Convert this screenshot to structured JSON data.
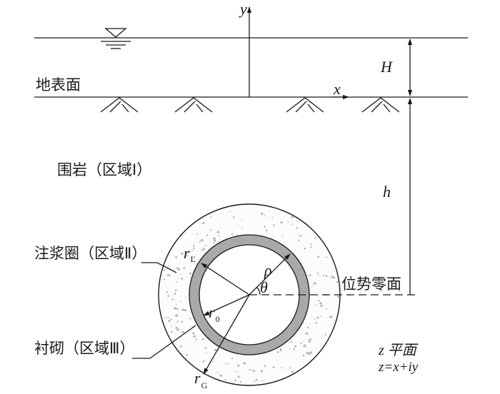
{
  "labels": {
    "y_axis": "y",
    "x_axis": "x",
    "depth_water": "H",
    "depth_tunnel": "h",
    "ground_surface": "地表面",
    "region1": "围岩（区域Ⅰ）",
    "region2": "注浆圈（区域Ⅱ）",
    "region3": "衬砌（区域Ⅲ）",
    "potential_zero": "位势零面",
    "plane_name": "z 平面",
    "plane_eq": "z=x+iy",
    "rho": "ρ",
    "theta": "θ",
    "r_L": "r",
    "r_L_sub": "L",
    "r_0": "r",
    "r_0_sub": "0",
    "r_G": "r",
    "r_G_sub": "G"
  },
  "colors": {
    "line": "#1a1a1a",
    "lining_fill": "#a9a9a9",
    "grout_fill": "#fcfcfa",
    "speckle": "#9a9a9a"
  }
}
